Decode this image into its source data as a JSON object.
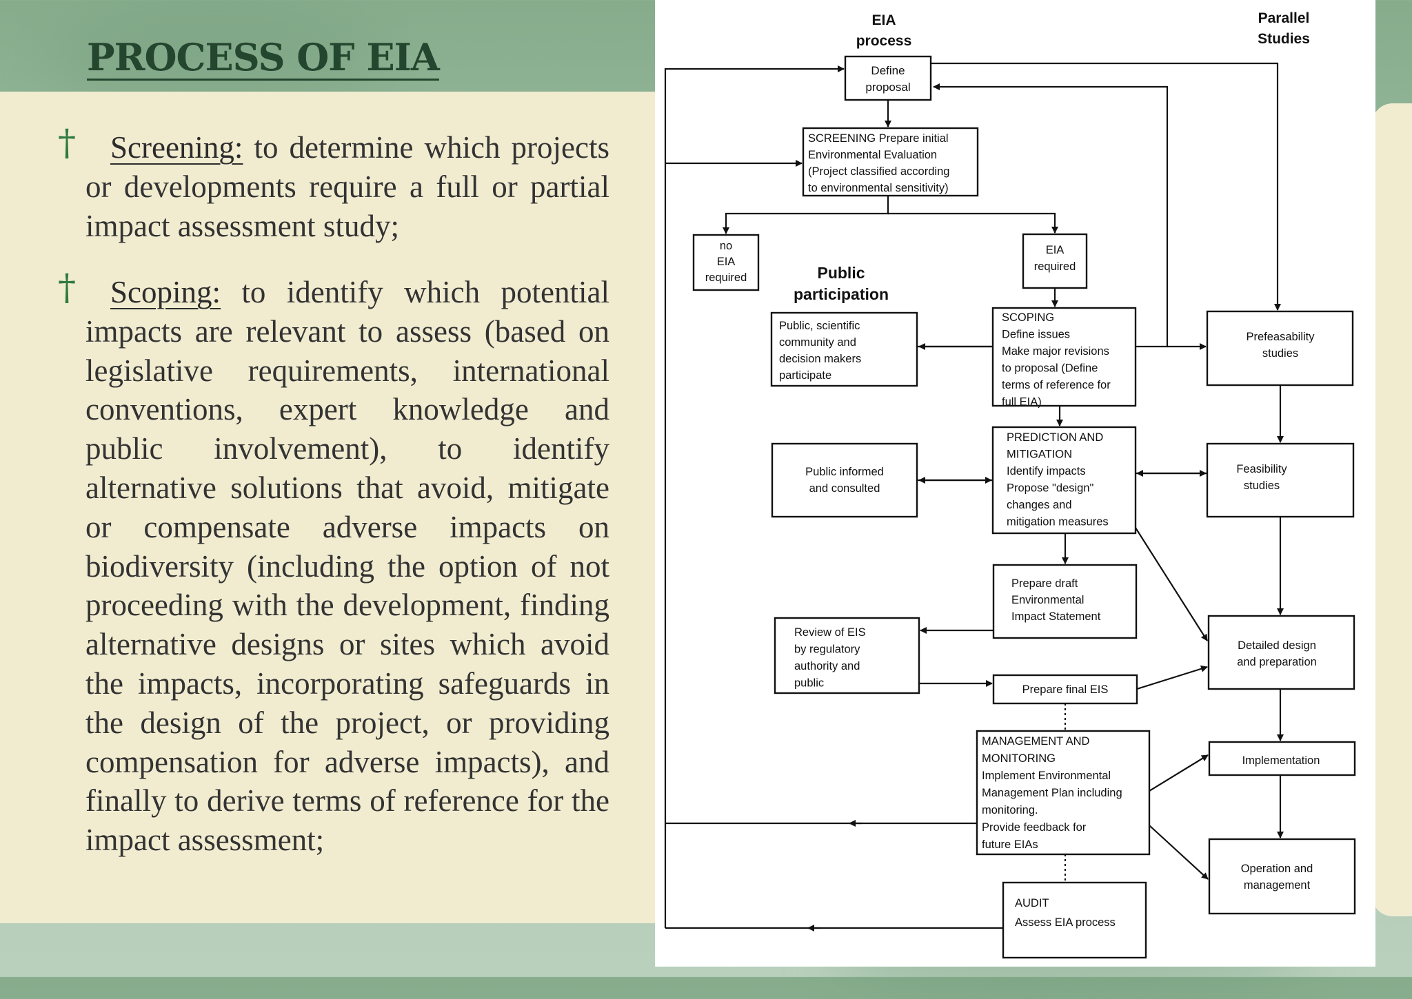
{
  "slide": {
    "title": "PROCESS OF EIA",
    "bullets": [
      {
        "icon": "dagger-bullet-icon",
        "heading": "Screening:",
        "text": " to determine which projects or developments require a full or partial impact assessment study;"
      },
      {
        "icon": "dagger-bullet-icon",
        "heading": "Scoping:",
        "text": " to identify which potential impacts are relevant to assess (based on legislative requirements, international conventions, expert knowledge and public involvement), to identify alternative solutions that avoid, mitigate or compensate adverse impacts on biodiversity (including the option of not proceeding with the development, finding alternative designs or sites which avoid the impacts, incorporating safeguards in the design of the project, or providing compensation for adverse impacts), and finally to derive terms of reference for the impact assessment;"
      }
    ]
  },
  "diagram": {
    "col_eia": [
      "EIA",
      "process"
    ],
    "col_parallel": [
      "Parallel",
      "Studies"
    ],
    "public_participation": [
      "Public",
      "participation"
    ],
    "boxes": {
      "define_proposal": [
        "Define",
        "proposal"
      ],
      "screening": [
        "SCREENING Prepare initial",
        "Environmental Evaluation",
        "(Project classified according",
        "to environmental sensitivity)"
      ],
      "no_eia": [
        "no",
        "EIA",
        "required"
      ],
      "eia_required": [
        "EIA",
        "required"
      ],
      "public_sci": [
        "Public, scientific",
        "community and",
        "decision makers",
        "participate"
      ],
      "scoping": [
        "SCOPING",
        "Define issues",
        "Make major revisions",
        "to proposal (Define",
        "terms of reference for",
        "full EIA)"
      ],
      "prefeasibility": [
        "Prefeasability",
        "studies"
      ],
      "public_informed": [
        "Public informed",
        "and consulted"
      ],
      "prediction": [
        "PREDICTION AND",
        "MITIGATION",
        "Identify impacts",
        "Propose \"design\"",
        "changes and",
        "mitigation measures"
      ],
      "feasibility": [
        "Feasibility",
        "studies"
      ],
      "draft_eis": [
        "Prepare draft",
        "Environmental",
        "Impact Statement"
      ],
      "review_eis": [
        "Review of EIS",
        "by regulatory",
        "authority and",
        "public"
      ],
      "detailed_design": [
        "Detailed design",
        "and preparation"
      ],
      "final_eis": [
        "Prepare final EIS"
      ],
      "management": [
        "MANAGEMENT AND",
        "MONITORING",
        "Implement Environmental",
        "Management Plan including",
        "monitoring.",
        "Provide feedback for",
        "future EIAs"
      ],
      "implementation": [
        "Implementation"
      ],
      "operation": [
        "Operation and",
        "management"
      ],
      "audit": [
        "AUDIT",
        "Assess EIA process"
      ]
    }
  }
}
